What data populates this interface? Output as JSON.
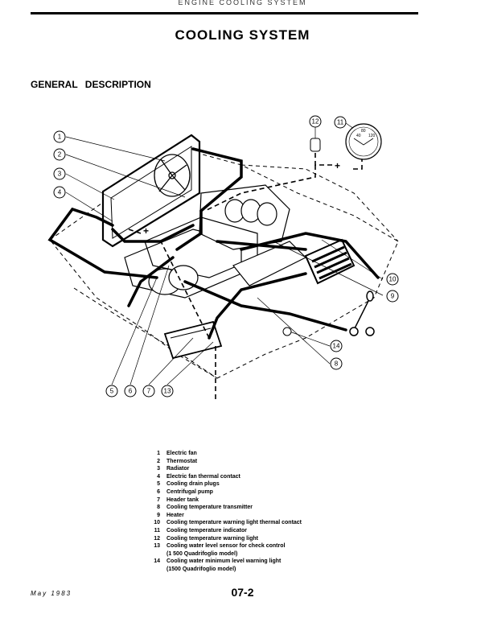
{
  "page": {
    "running_header": "ENGINE COOLING SYSTEM",
    "title": "COOLING SYSTEM",
    "section_heading": "GENERAL DESCRIPTION",
    "footer_date": "May 1983",
    "page_number": "07-2"
  },
  "figure": {
    "callouts": [
      "1",
      "2",
      "3",
      "4",
      "5",
      "6",
      "7",
      "8",
      "9",
      "10",
      "11",
      "12",
      "13",
      "14"
    ],
    "gauge_labels": [
      "40",
      "80",
      "120"
    ],
    "plus_sign": "+"
  },
  "legend": [
    {
      "num": "1",
      "text": "Electric fan"
    },
    {
      "num": "2",
      "text": "Thermostat"
    },
    {
      "num": "3",
      "text": "Radiator"
    },
    {
      "num": "4",
      "text": "Electric fan thermal contact"
    },
    {
      "num": "5",
      "text": "Cooling drain plugs"
    },
    {
      "num": "6",
      "text": "Centrifugal pump"
    },
    {
      "num": "7",
      "text": "Header tank"
    },
    {
      "num": "8",
      "text": "Cooling temperature transmitter"
    },
    {
      "num": "9",
      "text": "Heater"
    },
    {
      "num": "10",
      "text": "Cooling temperature warning light thermal contact"
    },
    {
      "num": "11",
      "text": "Cooling temperature indicator"
    },
    {
      "num": "12",
      "text": "Cooling temperature warning light"
    },
    {
      "num": "13",
      "text": "Cooling water level sensor for check control"
    },
    {
      "num": "",
      "text": "(1 500 Quadrifoglio model)"
    },
    {
      "num": "14",
      "text": "Cooling water minimum level warning light"
    },
    {
      "num": "",
      "text": "(1500 Quadrifoglio model)"
    }
  ]
}
